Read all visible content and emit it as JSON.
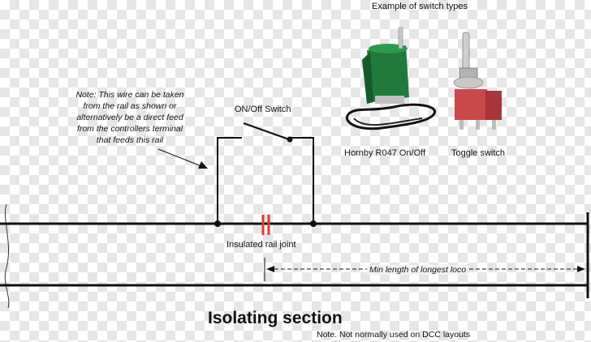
{
  "header": {
    "switch_types_title": "Example of switch types"
  },
  "note": {
    "lines": [
      "Note: This wire can be taken",
      "from the rail as shown or",
      "alternatively be a direct feed",
      "from the controllers terminal",
      "that feeds this rail"
    ]
  },
  "labels": {
    "switch": "ON/Off Switch",
    "hornby": "Hornby R047 On/Off",
    "toggle": "Toggle switch",
    "joint": "Insulated rail joint",
    "min_length": "Min length of longest loco",
    "section_title": "Isolating section",
    "footnote": "Note. Not normally used on DCC layouts"
  },
  "colors": {
    "wire": "#111111",
    "joint": "#e03a2e",
    "hornby_body": "#1f7a3c",
    "toggle_body": "#c9484a",
    "metal": "#bfbfbf"
  }
}
